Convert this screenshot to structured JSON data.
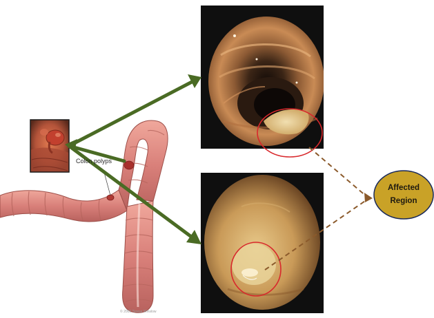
{
  "labels": {
    "colon_polyps": "Colon polyps",
    "copyright": "© 2005 Terese Winslow",
    "affected_region_line1": "Affected",
    "affected_region_line2": "Region"
  },
  "colors": {
    "arrow_green": "#4a6b24",
    "highlight_circle": "#d8282c",
    "dashed_connector": "#8b5a2b",
    "ellipse_fill": "#c9a227",
    "ellipse_stroke": "#1a2a5a",
    "colon_tissue": "#d9807a",
    "panel_frame": "#0f0f0f"
  }
}
